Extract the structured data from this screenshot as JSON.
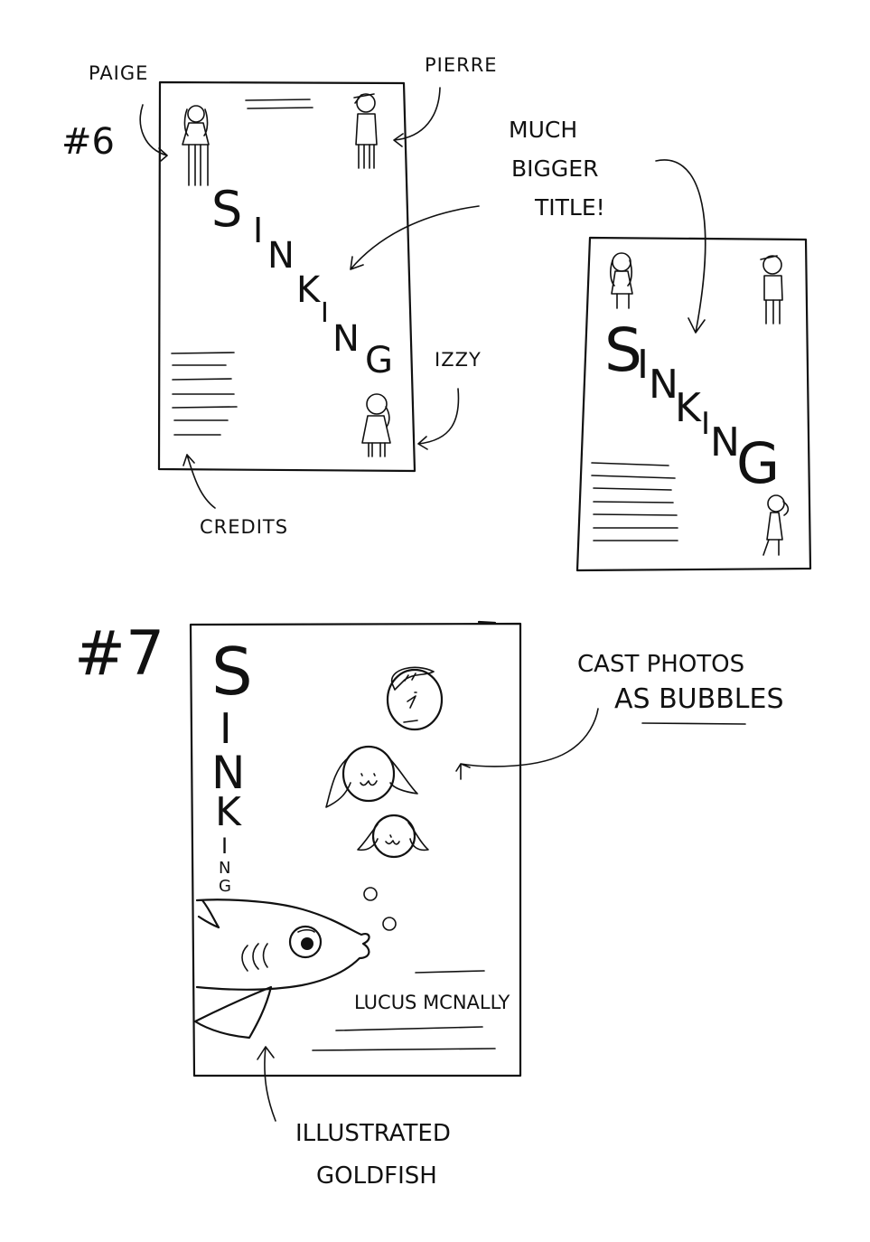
{
  "sketch6": {
    "number": "#6",
    "title_letters": [
      "S",
      "I",
      "N",
      "K",
      "I",
      "N",
      "G"
    ],
    "labels": {
      "paige": "PAIGE",
      "pierre": "PIERRE",
      "izzy": "IZZY",
      "credits": "CREDITS"
    },
    "note": [
      "MUCH",
      "BIGGER",
      "TITLE!"
    ],
    "alt_title_letters": [
      "S",
      "I",
      "N",
      "K",
      "I",
      "N",
      "G"
    ]
  },
  "sketch7": {
    "number": "#7",
    "title_letters": [
      "S",
      "I",
      "N",
      "K",
      "I",
      "N",
      "G"
    ],
    "author": "LUCUS MCNALLY",
    "note_cast": [
      "CAST PHOTOS",
      "AS BUBBLES"
    ],
    "note_fish": [
      "ILLUSTRATED",
      "GOLDFISH"
    ]
  }
}
